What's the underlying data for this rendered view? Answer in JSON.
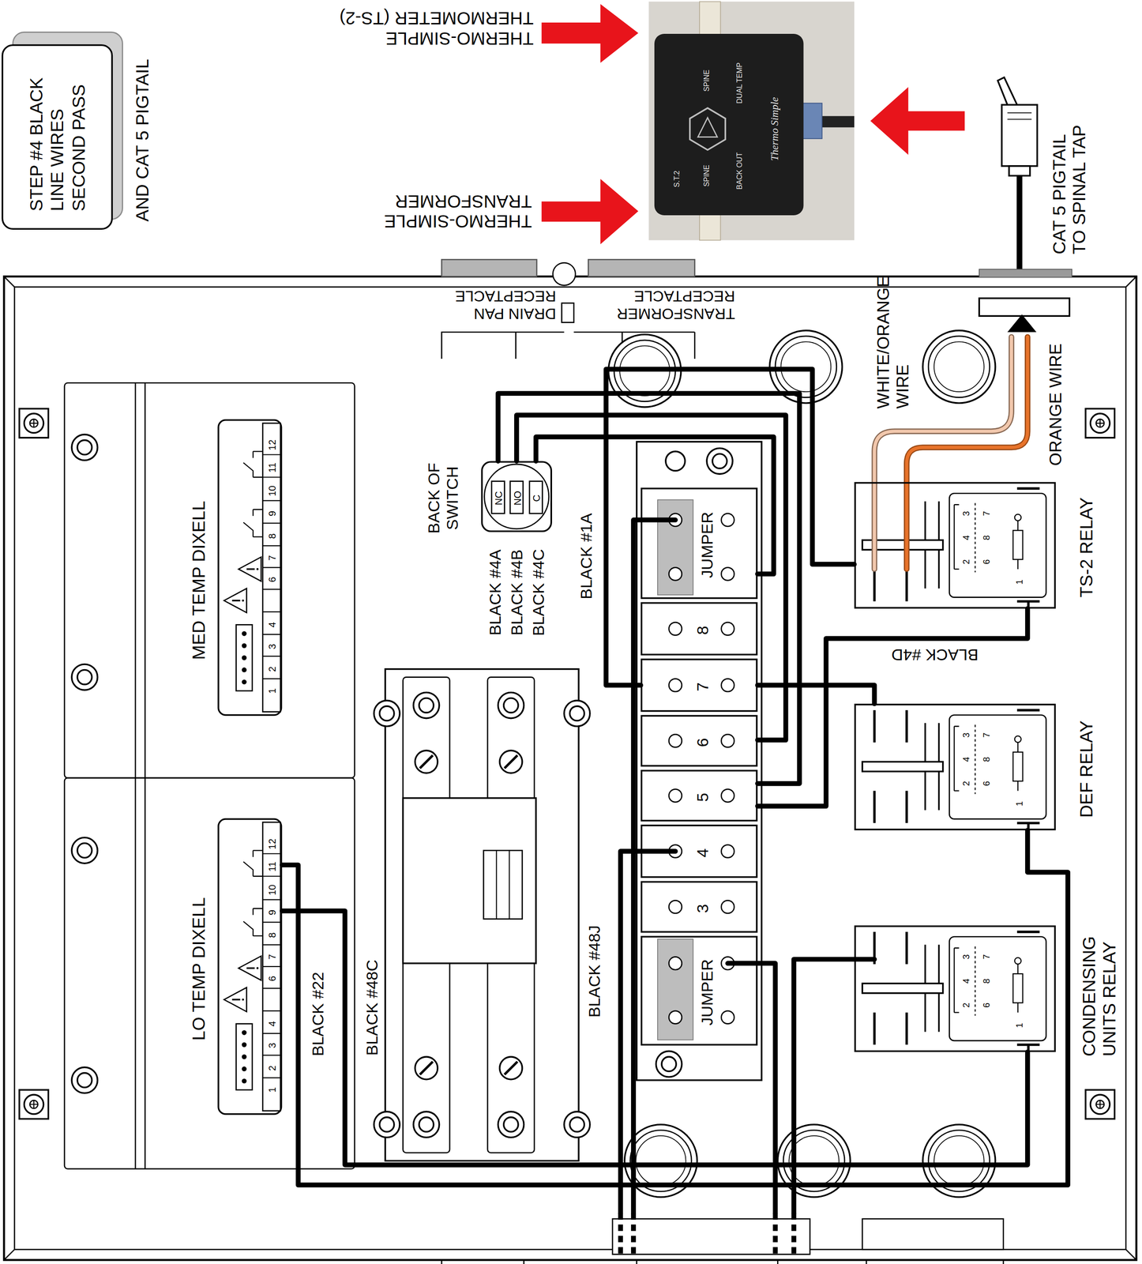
{
  "diagram": {
    "nodes": [
      {
        "text": [
          "STEP #4 BLACK LINE WIRES SECOND PASS",
          "AND CAT 5 PIGTAIL"
        ]
      },
      {
        "text": [
          "S.T.2",
          "SPINE",
          "BACK OUT",
          "Thermo Simple",
          "SPINE",
          "DUAL TEMP"
        ]
      },
      {
        "text": [
          "MED TEMP DIXELL",
          "1",
          "2",
          "3",
          "4",
          "6",
          "7",
          "8",
          "9",
          "10",
          "11",
          "12"
        ]
      },
      {
        "text": [
          "LO TEMP DIXELL",
          "1",
          "2",
          "3",
          "4",
          "6",
          "7",
          "8",
          "9",
          "10",
          "11",
          "12"
        ]
      },
      {
        "text": [
          "BACK OF SWITCH",
          "NC",
          "NO",
          "C"
        ]
      },
      {
        "text": [
          "JUMPER"
        ]
      },
      {
        "text": [
          "8"
        ]
      },
      {
        "text": [
          "7"
        ]
      },
      {
        "text": [
          "6"
        ]
      },
      {
        "text": [
          "5"
        ]
      },
      {
        "text": [
          "4"
        ]
      },
      {
        "text": [
          "3"
        ]
      },
      {
        "text": [
          "JUMPER"
        ]
      },
      {
        "text": [
          "TS-2 RELAY",
          "2",
          "4",
          "3",
          "6",
          "8",
          "7",
          "1"
        ]
      },
      {
        "text": [
          "DEF RELAY",
          "2",
          "4",
          "3",
          "6",
          "8",
          "7",
          "1"
        ]
      },
      {
        "text": [
          "CONDENSING UNITS RELAY",
          "2",
          "4",
          "3",
          "6",
          "8",
          "7",
          "1"
        ]
      }
    ],
    "edges": [
      {
        "from": 4,
        "to": 9,
        "arrow": "none",
        "label": "BLACK #4A"
      },
      {
        "from": 4,
        "to": 8,
        "arrow": "none",
        "label": "BLACK #4B"
      },
      {
        "from": 4,
        "to": 5,
        "arrow": "none",
        "label": "BLACK #4C"
      },
      {
        "from": 7,
        "to": 13,
        "arrow": "none",
        "label": "BLACK #1A"
      },
      {
        "from": 13,
        "to": 9,
        "arrow": "none",
        "label": "BLACK #4D"
      },
      {
        "from": 7,
        "to": 14,
        "arrow": "none"
      },
      {
        "from": 3,
        "to": 14,
        "arrow": "none",
        "label": "BLACK #22"
      },
      {
        "from": 3,
        "to": 15,
        "arrow": "none",
        "label": "BLACK #48C"
      }
    ],
    "labels": [
      "THERMO-SIMPLE THERMOMETER (TS-2)",
      "THERMO-SIMPLE TRANSFORMER",
      "CAT 5 PIGTAIL TO SPINAL TAP",
      "DRAIN PAN RECEPTACLE",
      "TRANSFORMER RECEPTACLE",
      "WHITE/ORANGE WIRE",
      "ORANGE WIRE",
      "BLACK #48J"
    ]
  }
}
